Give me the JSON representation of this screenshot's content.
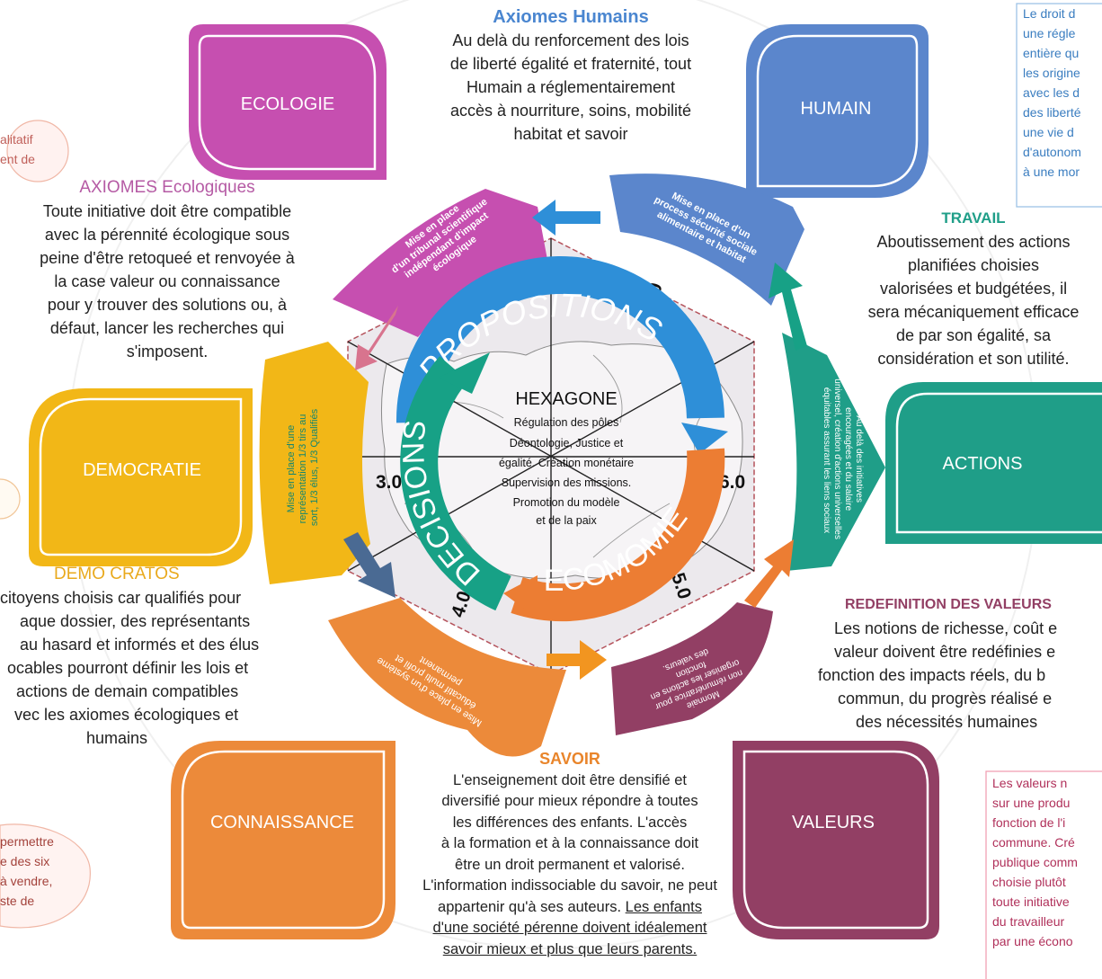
{
  "colors": {
    "ecologie": "#c64fb0",
    "humain": "#5b86cc",
    "democratie": "#f2b717",
    "actions": "#1f9e88",
    "connaissance": "#ec8a3a",
    "valeurs": "#923f64",
    "propositions": "#2e8fd8",
    "decisions": "#17a186",
    "economie": "#ec7d33",
    "hexagon_bg": "#ece8ec"
  },
  "petals": {
    "ecologie": "ECOLOGIE",
    "humain": "HUMAIN",
    "democratie": "DEMOCRATIE",
    "actions": "ACTIONS",
    "connaissance": "CONNAISSANCE",
    "valeurs": "VALEURS"
  },
  "axis_labels": {
    "a1": "1.0",
    "a2": "2.0",
    "a3": "3.0",
    "a4": "4.0",
    "a5": "5.0",
    "a6": "6.0"
  },
  "ring": {
    "propositions": "PROPOSITIONS",
    "decisions": "DECISIONS",
    "economie": "ECOMOMIE"
  },
  "center": {
    "title": "HEXAGONE",
    "lines": [
      "Régulation des pôles",
      "Déontologie, Justice et",
      "égalité. Création monétaire",
      "Supervision des missions.",
      "Promotion du modèle",
      "et de la paix"
    ]
  },
  "arrows": {
    "ecologie": [
      "Mise en place",
      "d'un tribunal scientifique",
      "indépendant d'impact",
      "écologique"
    ],
    "humain": [
      "Mise en place d'un",
      "process sécurité sociale",
      "alimentaire et habitat"
    ],
    "democratie": [
      "Mise en place d'une",
      "représentation 1/3 tirs au",
      "sort, 1/3 élus, 1/3 Qualifiés"
    ],
    "actions": [
      "Au delà des initiatives",
      "encouragées et du salaire",
      "universel, création d'actions universelles",
      "équitables assurant les liens sociaux"
    ],
    "connaissance": [
      "Mise en place d'un système",
      "éducatif multi profil et",
      "permanent"
    ],
    "valeurs": [
      "Monnaie",
      "non rémunératrice pour",
      "organiser les actions en",
      "fonction",
      "des valeurs."
    ]
  },
  "axiomes_humains": {
    "title": "Axiomes Humains",
    "lines": [
      "Au delà du renforcement des lois",
      "de liberté égalité et fraternité, tout",
      "Humain a réglementairement",
      "accès à nourriture,  soins, mobilité",
      "habitat  et  savoir"
    ]
  },
  "axiomes_ecologiques": {
    "title": "AXIOMES Ecologiques",
    "lines": [
      "Toute initiative doit être compatible",
      "avec la pérennité écologique sous",
      "peine d'être retoqueé et renvoyée à",
      "la case valeur ou connaissance",
      "pour y trouver des solutions ou, à",
      "défaut, lancer les recherches qui",
      "s'imposent."
    ]
  },
  "travail": {
    "title": "TRAVAIL",
    "lines": [
      "Aboutissement des actions",
      "planifiées choisies",
      "valorisées et budgétées, il",
      "sera mécaniquement efficace",
      "de par son égalité, sa",
      "considération et son utilité."
    ]
  },
  "demo_cratos": {
    "title": "DEMO CRATOS",
    "lines": [
      "citoyens choisis car qualifiés pour",
      "aque dossier, des représentants",
      "au hasard et informés et des élus",
      "ocables pourront définir les lois et",
      "actions de demain compatibles",
      "vec les axiomes écologiques et",
      "humains"
    ]
  },
  "redefinition": {
    "title": "REDEFINITION DES VALEURS",
    "lines": [
      "Les notions de richesse, coût e",
      "valeur doivent être redéfinies e",
      "fonction des impacts réels, du b",
      "commun, du progrès réalisé e",
      "des nécessités humaines"
    ]
  },
  "savoir": {
    "title": "SAVOIR",
    "lines": [
      "L'enseignement doit être densifié et",
      "diversifié pour mieux répondre à toutes",
      "les différences des enfants. L'accès",
      "à la formation et à la connaissance doit",
      "être un droit permanent et valorisé.",
      "L'information indissociable du savoir,  ne peut",
      "appartenir qu'à ses auteurs."
    ],
    "underlined": [
      "Les enfants",
      "d'une société pérenne doivent idéalement",
      "savoir mieux et plus que leurs parents."
    ]
  },
  "side_notes": {
    "top_right": [
      "Le droit d",
      "une régle",
      "entière qu",
      "les origine",
      "avec les d",
      "des liberté",
      "une vie d",
      "d'autonom",
      "à une mor"
    ],
    "bottom_right": [
      "Les valeurs n",
      "sur une produ",
      "fonction de l'i",
      "commune. Cré",
      "publique comm",
      "choisie plutôt",
      "toute initiative",
      "du travailleur",
      "par une écono"
    ],
    "top_left": [
      "alitatif",
      "ent de"
    ],
    "bottom_left": [
      "permettre",
      "e des six",
      "à vendre,",
      "ste de"
    ]
  }
}
